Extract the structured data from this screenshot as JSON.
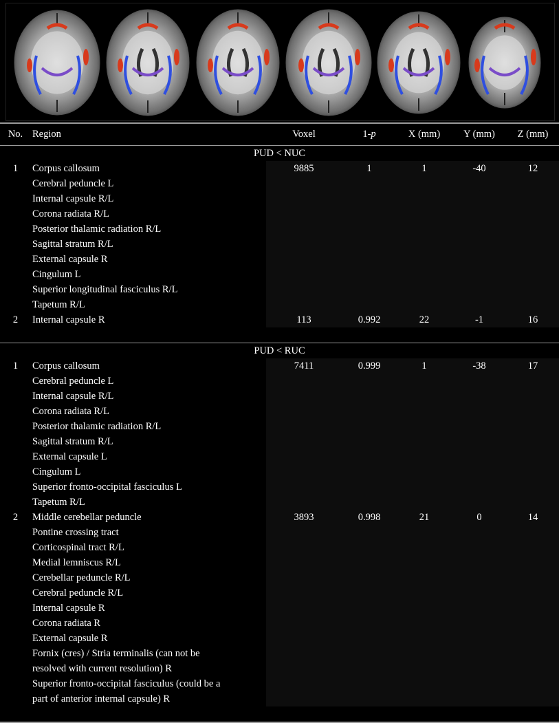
{
  "table": {
    "columns": [
      "No.",
      "Region",
      "Voxel",
      "1-p",
      "X (mm)",
      "Y (mm)",
      "Z (mm)"
    ],
    "groups": [
      {
        "label": "PUD < NUC",
        "rows": [
          {
            "no": "1",
            "regions": [
              "Corpus callosum",
              "Cerebral peduncle L",
              "Internal capsule R/L",
              "Corona radiata  R/L",
              "Posterior thalamic radiation R/L",
              "Sagittal stratum R/L",
              "External capsule R",
              "Cingulum L",
              "Superior longitudinal fasciculus R/L",
              "Tapetum R/L"
            ],
            "voxel": "9885",
            "p": "1",
            "x": "1",
            "y": "-40",
            "z": "12"
          },
          {
            "no": "2",
            "regions": [
              "Internal capsule R"
            ],
            "voxel": "113",
            "p": "0.992",
            "x": "22",
            "y": "-1",
            "z": "16"
          }
        ]
      },
      {
        "label": "PUD < RUC",
        "rows": [
          {
            "no": "1",
            "regions": [
              "Corpus callosum",
              "Cerebral peduncle L",
              "Internal capsule R/L",
              "Corona radiata  R/L",
              "Posterior thalamic radiation R/L",
              "Sagittal stratum R/L",
              "External capsule L",
              "Cingulum L",
              "Superior fronto-occipital fasciculus L",
              "Tapetum R/L"
            ],
            "voxel": "7411",
            "p": "0.999",
            "x": "1",
            "y": "-38",
            "z": "17"
          },
          {
            "no": "2",
            "regions": [
              "Middle cerebellar peduncle",
              "Pontine crossing tract",
              "Corticospinal tract R/L",
              "Medial lemniscus R/L",
              "Cerebellar peduncle R/L",
              "Cerebral peduncle R/L",
              "Internal capsule R",
              "Corona radiata R",
              "External capsule R",
              "Fornix (cres) / Stria terminalis (can not be",
              "resolved with current resolution) R",
              "Superior fronto-occipital fasciculus (could be a",
              "part of anterior internal capsule) R"
            ],
            "voxel": "3893",
            "p": "0.998",
            "x": "21",
            "y": "0",
            "z": "14"
          }
        ]
      }
    ]
  },
  "figure": {
    "slice_count": 6,
    "colors": {
      "decrease_red": "#d83a1c",
      "skeleton_blue": "#2f4fe0",
      "overlap_purple": "#7a4cc8",
      "background": "#000000"
    }
  }
}
